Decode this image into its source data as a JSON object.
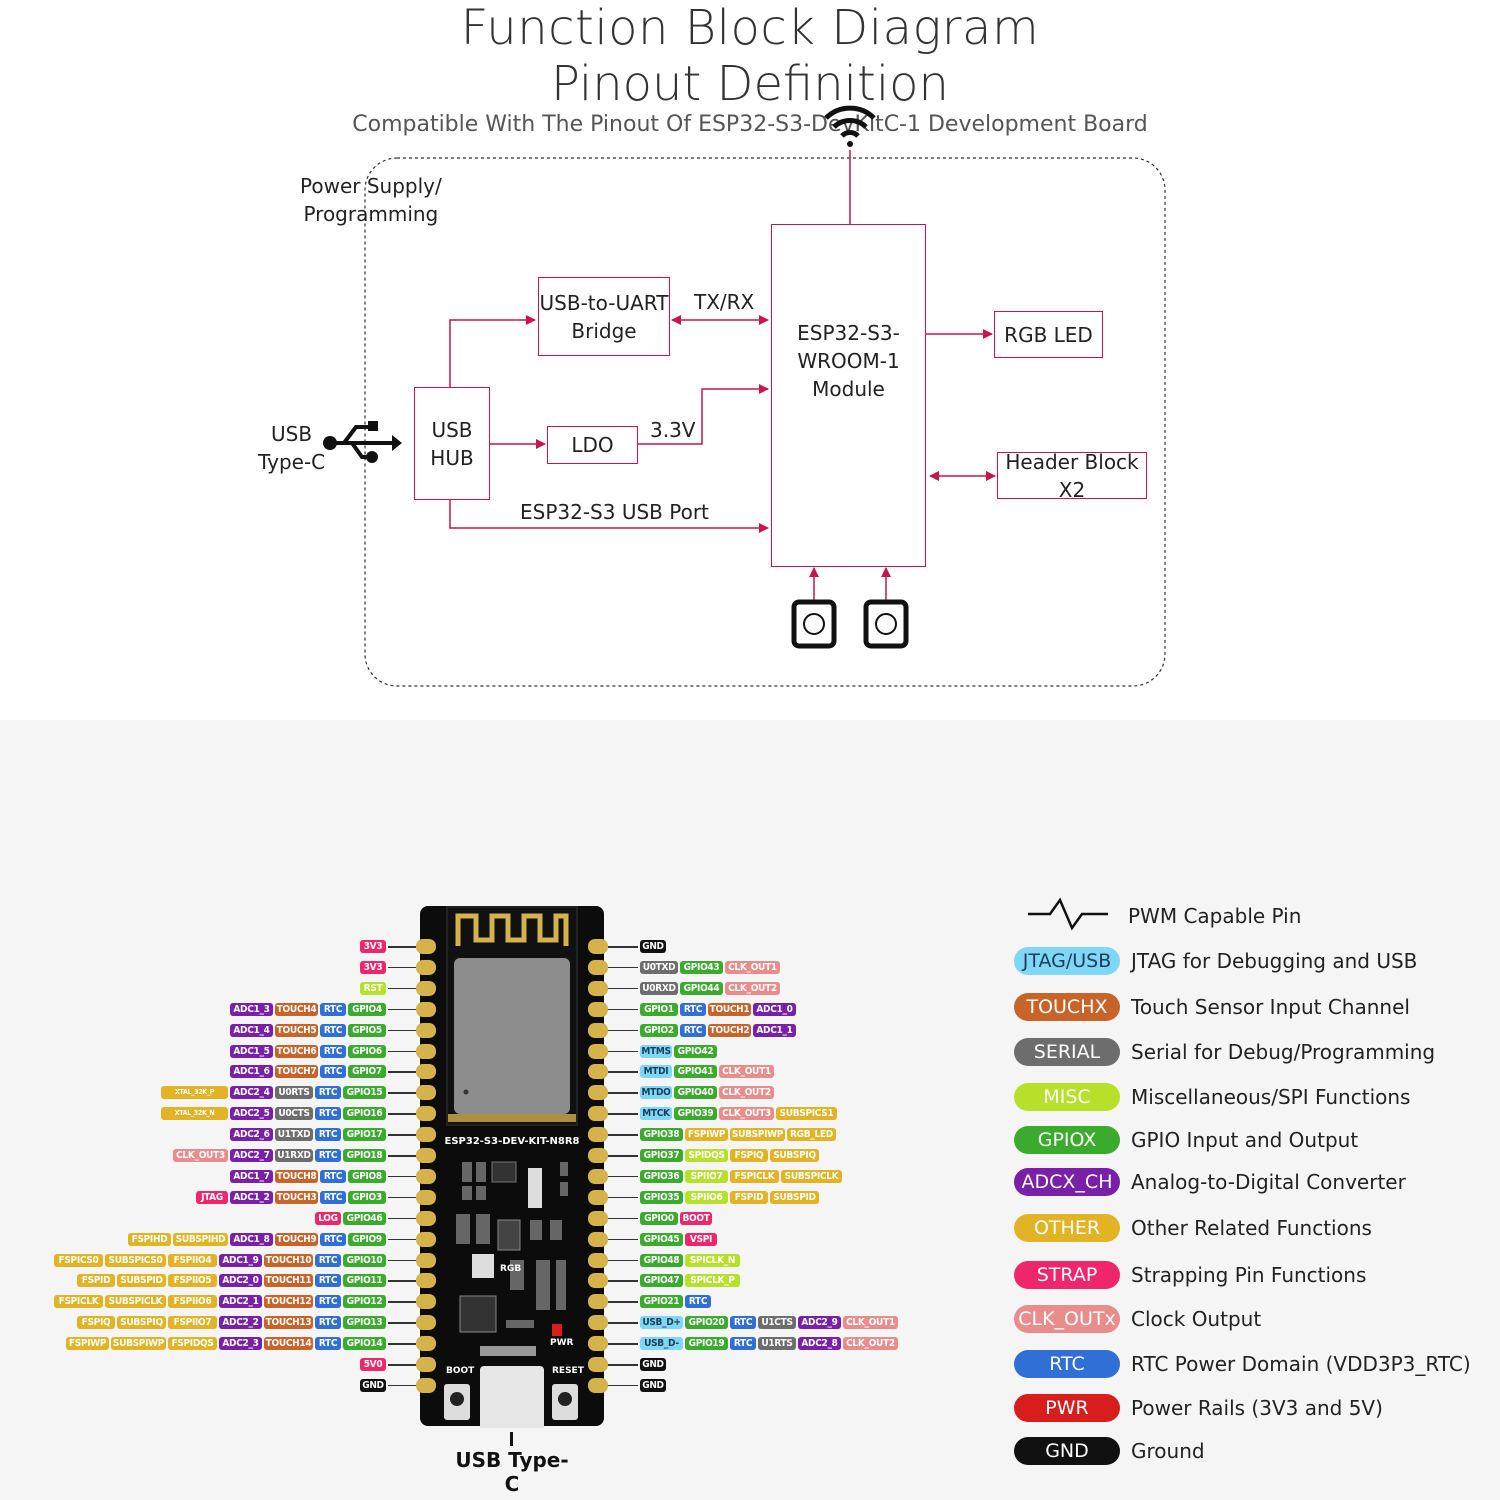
{
  "fbd": {
    "title": "Function Block Diagram",
    "power_label": "Power Supply/\nProgramming",
    "usb_label": "USB\nType-C",
    "usb_hub": "USB\nHUB",
    "uart_bridge": "USB-to-UART\nBridge",
    "ldo": "LDO",
    "module": "ESP32-S3-\nWROOM-1\nModule",
    "rgb_led": "RGB LED",
    "header_block": "Header Block X2",
    "txrx": "TX/RX",
    "v33": "3.3V",
    "usb_port": "ESP32-S3 USB Port"
  },
  "pinout": {
    "title": "Pinout Definition",
    "subtitle": "Compatible With The Pinout Of ESP32-S3-DevKitC-1 Development Board",
    "board_name": "ESP32-S3-DEV-KIT-N8R8",
    "usb_caption": "USB Type-C",
    "boot": "BOOT",
    "reset": "RESET",
    "rgb": "RGB",
    "pwr": "PWR",
    "left_rows": [
      [
        "STRAP|3V3"
      ],
      [
        "STRAP|3V3"
      ],
      [
        "MISC|RST"
      ],
      [
        "ADCX|ADC1_3",
        "TOUCH|TOUCH4",
        "RTC|RTC",
        "GPIO|GPIO4"
      ],
      [
        "ADCX|ADC1_4",
        "TOUCH|TOUCH5",
        "RTC|RTC",
        "GPIO|GPIO5"
      ],
      [
        "ADCX|ADC1_5",
        "TOUCH|TOUCH6",
        "RTC|RTC",
        "GPIO|GPIO6"
      ],
      [
        "ADCX|ADC1_6",
        "TOUCH|TOUCH7",
        "RTC|RTC",
        "GPIO|GPIO7"
      ],
      [
        "OTHER|XTAL_32K_P",
        "ADCX|ADC2_4",
        "SERIAL|U0RTS",
        "RTC|RTC",
        "GPIO|GPIO15"
      ],
      [
        "OTHER|XTAL_32K_N",
        "ADCX|ADC2_5",
        "SERIAL|U0CTS",
        "RTC|RTC",
        "GPIO|GPIO16"
      ],
      [
        "ADCX|ADC2_6",
        "SERIAL|U1TXD",
        "RTC|RTC",
        "GPIO|GPIO17"
      ],
      [
        "CLK|CLK_OUT3",
        "ADCX|ADC2_7",
        "SERIAL|U1RXD",
        "RTC|RTC",
        "GPIO|GPIO18"
      ],
      [
        "ADCX|ADC1_7",
        "TOUCH|TOUCH8",
        "RTC|RTC",
        "GPIO|GPIO8"
      ],
      [
        "STRAP|JTAG",
        "ADCX|ADC1_2",
        "TOUCH|TOUCH3",
        "RTC|RTC",
        "GPIO|GPIO3"
      ],
      [
        "STRAP|LOG",
        "GPIO|GPIO46"
      ],
      [
        "OTHER|FSPIHD",
        "OTHER|SUBSPIHD",
        "ADCX|ADC1_8",
        "TOUCH|TOUCH9",
        "RTC|RTC",
        "GPIO|GPIO9"
      ],
      [
        "OTHER|FSPICS0",
        "OTHER|SUBSPICS0",
        "OTHER|FSPIIO4",
        "ADCX|ADC1_9",
        "TOUCH|TOUCH10",
        "RTC|RTC",
        "GPIO|GPIO10"
      ],
      [
        "OTHER|FSPID",
        "OTHER|SUBSPID",
        "OTHER|FSPIIO5",
        "ADCX|ADC2_0",
        "TOUCH|TOUCH11",
        "RTC|RTC",
        "GPIO|GPIO11"
      ],
      [
        "OTHER|FSPICLK",
        "OTHER|SUBSPICLK",
        "OTHER|FSPIIO6",
        "ADCX|ADC2_1",
        "TOUCH|TOUCH12",
        "RTC|RTC",
        "GPIO|GPIO12"
      ],
      [
        "OTHER|FSPIQ",
        "OTHER|SUBSPIQ",
        "OTHER|FSPIIO7",
        "ADCX|ADC2_2",
        "TOUCH|TOUCH13",
        "RTC|RTC",
        "GPIO|GPIO13"
      ],
      [
        "OTHER|FSPIWP",
        "OTHER|SUBSPIWP",
        "OTHER|FSPIDQS",
        "ADCX|ADC2_3",
        "TOUCH|TOUCH14",
        "RTC|RTC",
        "GPIO|GPIO14"
      ],
      [
        "STRAP|5V0"
      ],
      [
        "GND|GND"
      ]
    ],
    "right_rows": [
      [
        "GND|GND"
      ],
      [
        "SERIAL|U0TXD",
        "GPIO|GPIO43",
        "CLK|CLK_OUT1"
      ],
      [
        "SERIAL|U0RXD",
        "GPIO|GPIO44",
        "CLK|CLK_OUT2"
      ],
      [
        "GPIO|GPIO1",
        "RTC|RTC",
        "TOUCH|TOUCH1",
        "ADCX|ADC1_0"
      ],
      [
        "GPIO|GPIO2",
        "RTC|RTC",
        "TOUCH|TOUCH2",
        "ADCX|ADC1_1"
      ],
      [
        "JTAG|MTMS",
        "GPIO|GPIO42"
      ],
      [
        "JTAG|MTDI",
        "GPIO|GPIO41",
        "CLK|CLK_OUT1"
      ],
      [
        "JTAG|MTDO",
        "GPIO|GPIO40",
        "CLK|CLK_OUT2"
      ],
      [
        "JTAG|MTCK",
        "GPIO|GPIO39",
        "CLK|CLK_OUT3",
        "OTHER|SUBSPICS1"
      ],
      [
        "GPIO|GPIO38",
        "OTHER|FSPIWP",
        "OTHER|SUBSPIWP",
        "OTHER|RGB_LED"
      ],
      [
        "GPIO|GPIO37",
        "MISC|SPIDQS",
        "OTHER|FSPIQ",
        "OTHER|SUBSPIQ"
      ],
      [
        "GPIO|GPIO36",
        "MISC|SPIIO7",
        "OTHER|FSPICLK",
        "OTHER|SUBSPICLK"
      ],
      [
        "GPIO|GPIO35",
        "MISC|SPIIO6",
        "OTHER|FSPID",
        "OTHER|SUBSPID"
      ],
      [
        "GPIO|GPIO0",
        "STRAP|BOOT"
      ],
      [
        "GPIO|GPIO45",
        "STRAP|VSPI"
      ],
      [
        "GPIO|GPIO48",
        "MISC|SPICLK_N"
      ],
      [
        "GPIO|GPIO47",
        "MISC|SPICLK_P"
      ],
      [
        "GPIO|GPIO21",
        "RTC|RTC"
      ],
      [
        "JTAG|USB_D+",
        "GPIO|GPIO20",
        "RTC|RTC",
        "SERIAL|U1CTS",
        "ADCX|ADC2_9",
        "CLK|CLK_OUT1"
      ],
      [
        "JTAG|USB_D-",
        "GPIO|GPIO19",
        "RTC|RTC",
        "SERIAL|U1RTS",
        "ADCX|ADC2_8",
        "CLK|CLK_OUT2"
      ],
      [
        "GND|GND"
      ],
      [
        "GND|GND"
      ]
    ]
  },
  "legend": [
    {
      "chip": "",
      "text": "PWM Capable Pin"
    },
    {
      "chip": "JTAG/USB",
      "text": "JTAG for Debugging and USB",
      "bg": "#7fd6f5",
      "fg": "#1a3d5c"
    },
    {
      "chip": "TOUCHX",
      "text": "Touch Sensor Input Channel",
      "bg": "#c8642a",
      "fg": "#ffffff"
    },
    {
      "chip": "SERIAL",
      "text": "Serial for Debug/Programming",
      "bg": "#6d6d6d",
      "fg": "#ffffff"
    },
    {
      "chip": "MISC",
      "text": "Miscellaneous/SPI Functions",
      "bg": "#b7e02a",
      "fg": "#ffffff"
    },
    {
      "chip": "GPIOX",
      "text": "GPIO Input and Output",
      "bg": "#3bab2e",
      "fg": "#ffffff"
    },
    {
      "chip": "ADCX_CH",
      "text": "Analog-to-Digital Converter",
      "bg": "#7a1fa8",
      "fg": "#ffffff"
    },
    {
      "chip": "OTHER",
      "text": "Other Related Functions",
      "bg": "#e2b324",
      "fg": "#ffffff"
    },
    {
      "chip": "STRAP",
      "text": "Strapping Pin Functions",
      "bg": "#f0266c",
      "fg": "#ffffff"
    },
    {
      "chip": "CLK_OUTx",
      "text": "Clock Output",
      "bg": "#e88c8c",
      "fg": "#ffffff"
    },
    {
      "chip": "RTC",
      "text": "RTC Power Domain (VDD3P3_RTC)",
      "bg": "#2f6fd6",
      "fg": "#ffffff"
    },
    {
      "chip": "PWR",
      "text": "Power Rails (3V3 and 5V)",
      "bg": "#d81d1d",
      "fg": "#ffffff"
    },
    {
      "chip": "GND",
      "text": "Ground",
      "bg": "#111111",
      "fg": "#ffffff"
    }
  ],
  "colors": {
    "accent": "#c7154d",
    "JTAG": "#7fd6f5",
    "TOUCH": "#c8642a",
    "SERIAL": "#6d6d6d",
    "MISC": "#b7e02a",
    "GPIO": "#3bab2e",
    "ADCX": "#7a1fa8",
    "OTHER": "#e2b324",
    "STRAP": "#f0266c",
    "CLK": "#e88c8c",
    "RTC": "#2f6fd6",
    "PWR": "#d81d1d",
    "GND": "#111111"
  }
}
